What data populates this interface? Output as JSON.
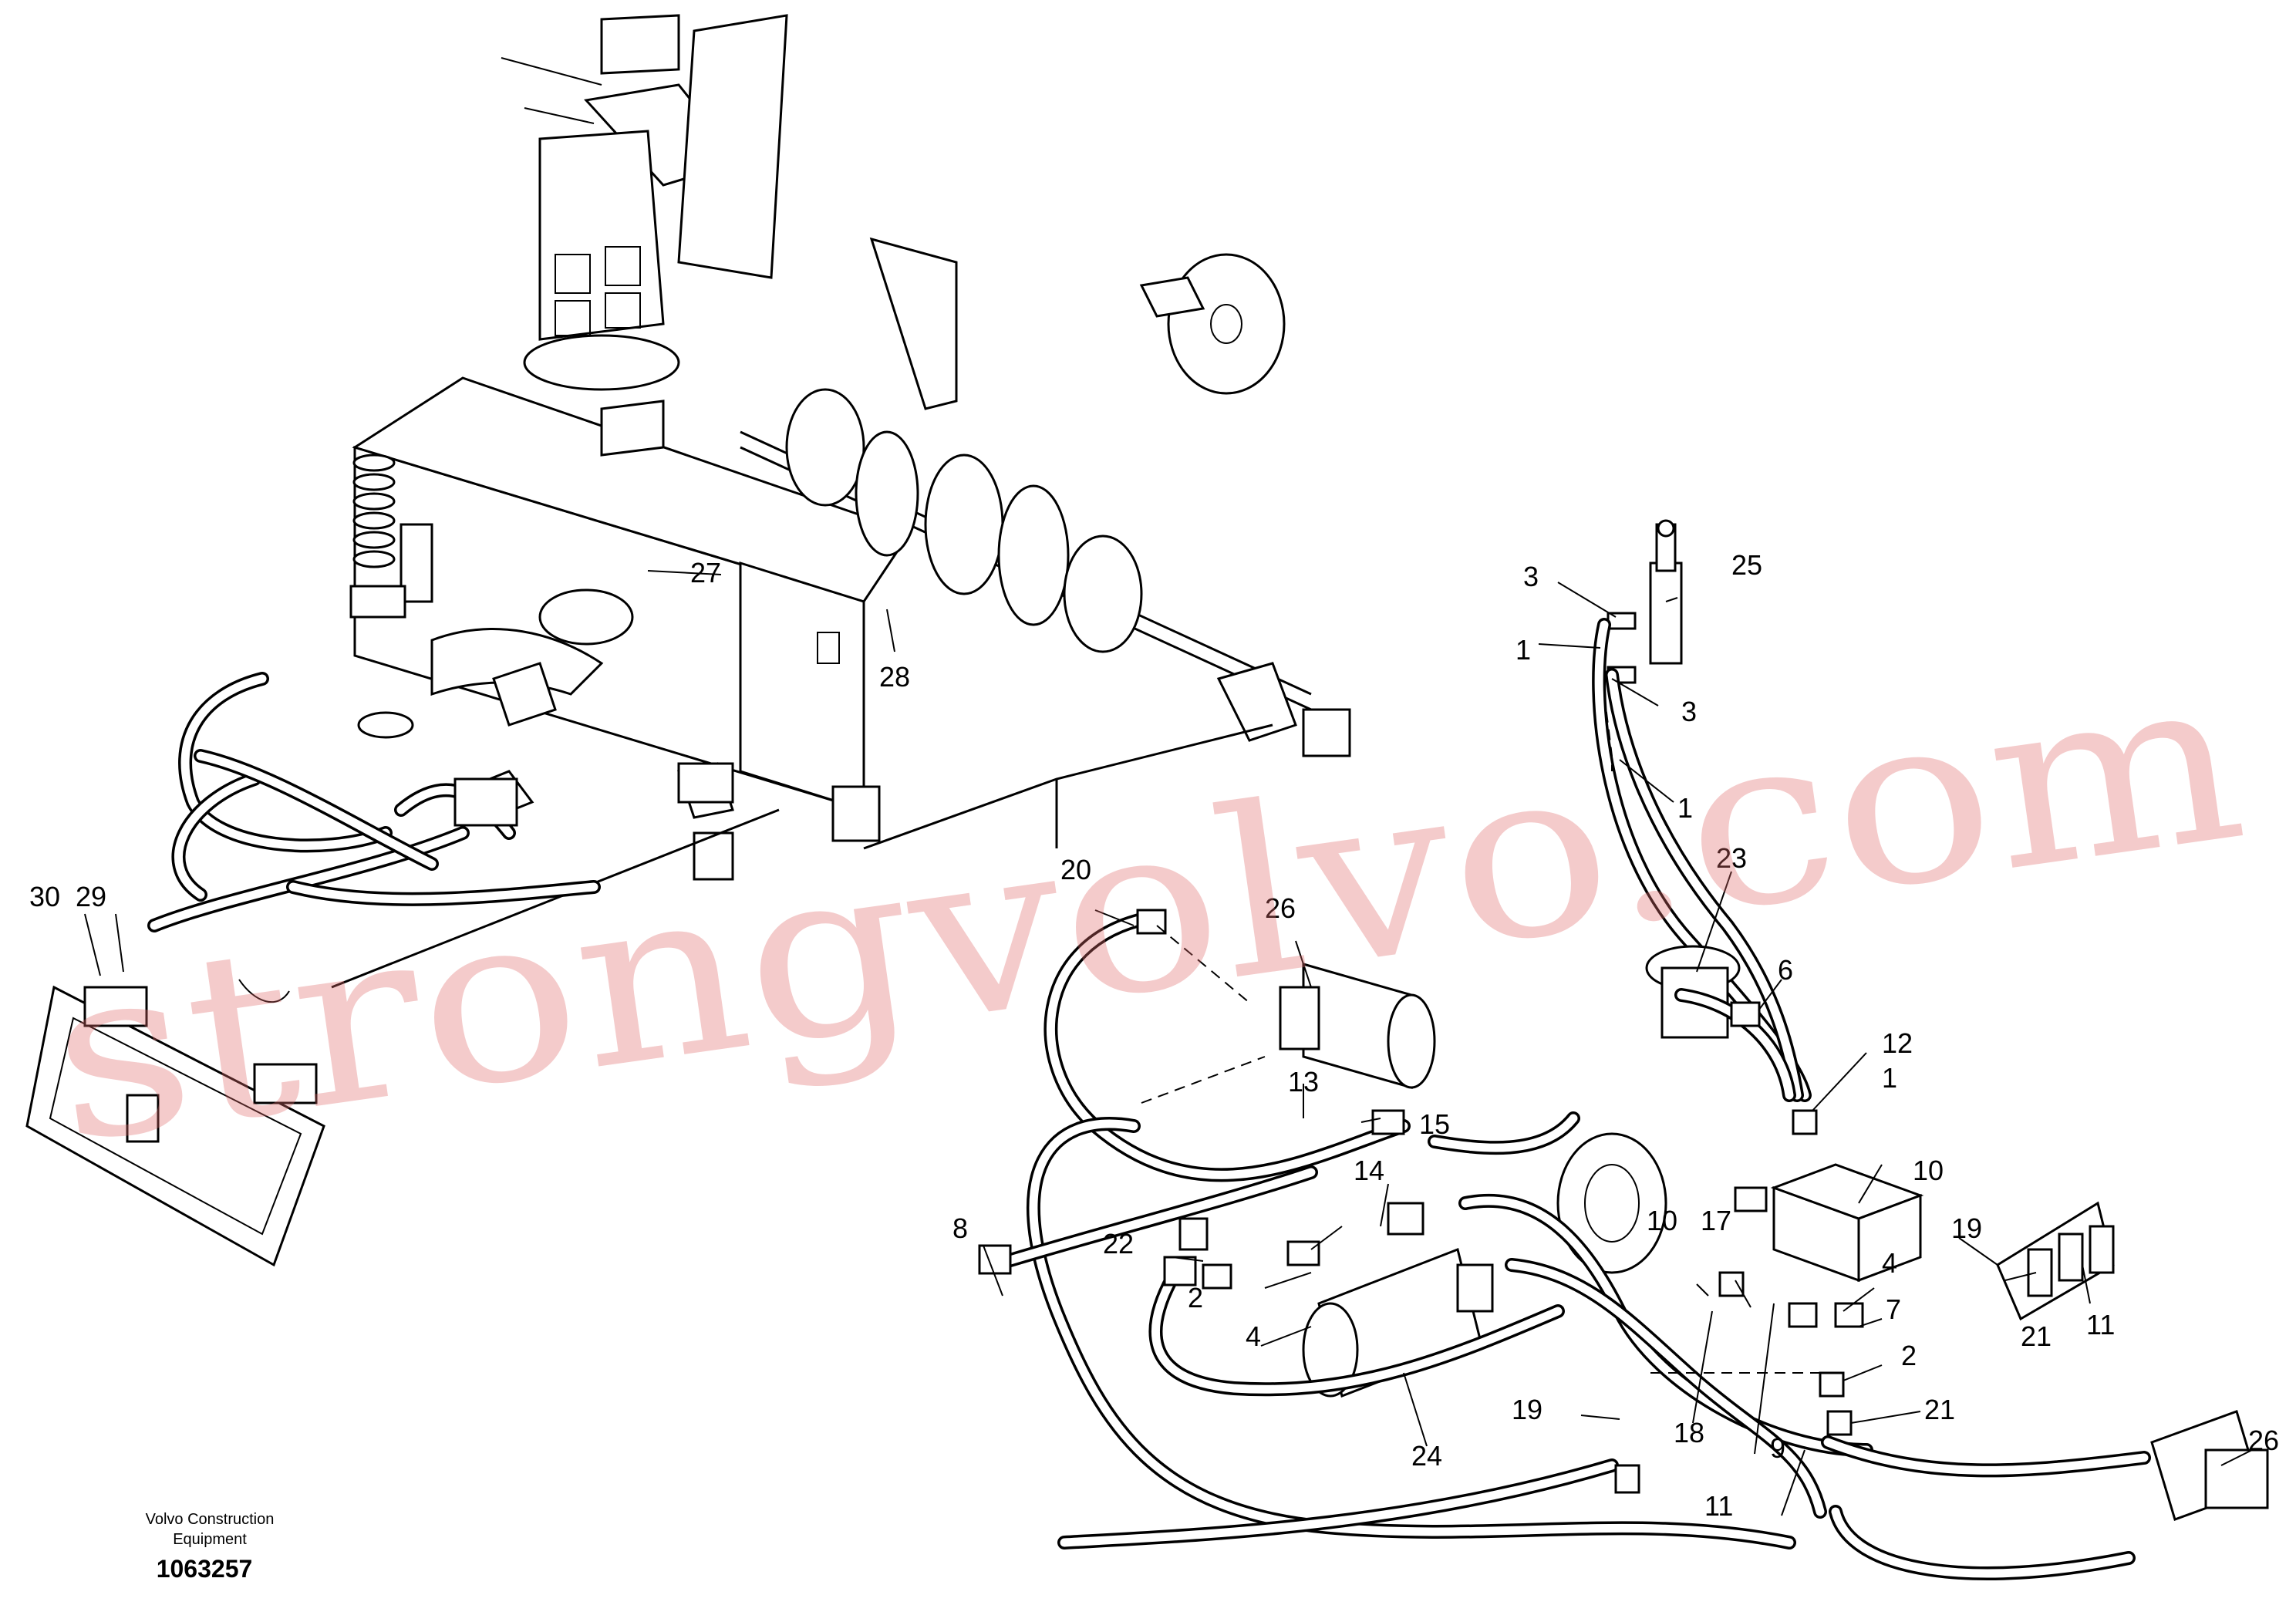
{
  "watermark": "strongvolvo.com",
  "footer": {
    "brand_line1": "Volvo Construction",
    "brand_line2": "Equipment",
    "drawing_number": "1063257"
  },
  "callouts": [
    "1",
    "1",
    "2",
    "2",
    "3",
    "3",
    "4",
    "4",
    "6",
    "7",
    "8",
    "9",
    "10",
    "10",
    "11",
    "11",
    "12",
    "13",
    "14",
    "15",
    "17",
    "18",
    "19",
    "19",
    "20",
    "21",
    "21",
    "22",
    "23",
    "24",
    "25",
    "26",
    "26",
    "27",
    "28",
    "29",
    "30",
    "1"
  ]
}
